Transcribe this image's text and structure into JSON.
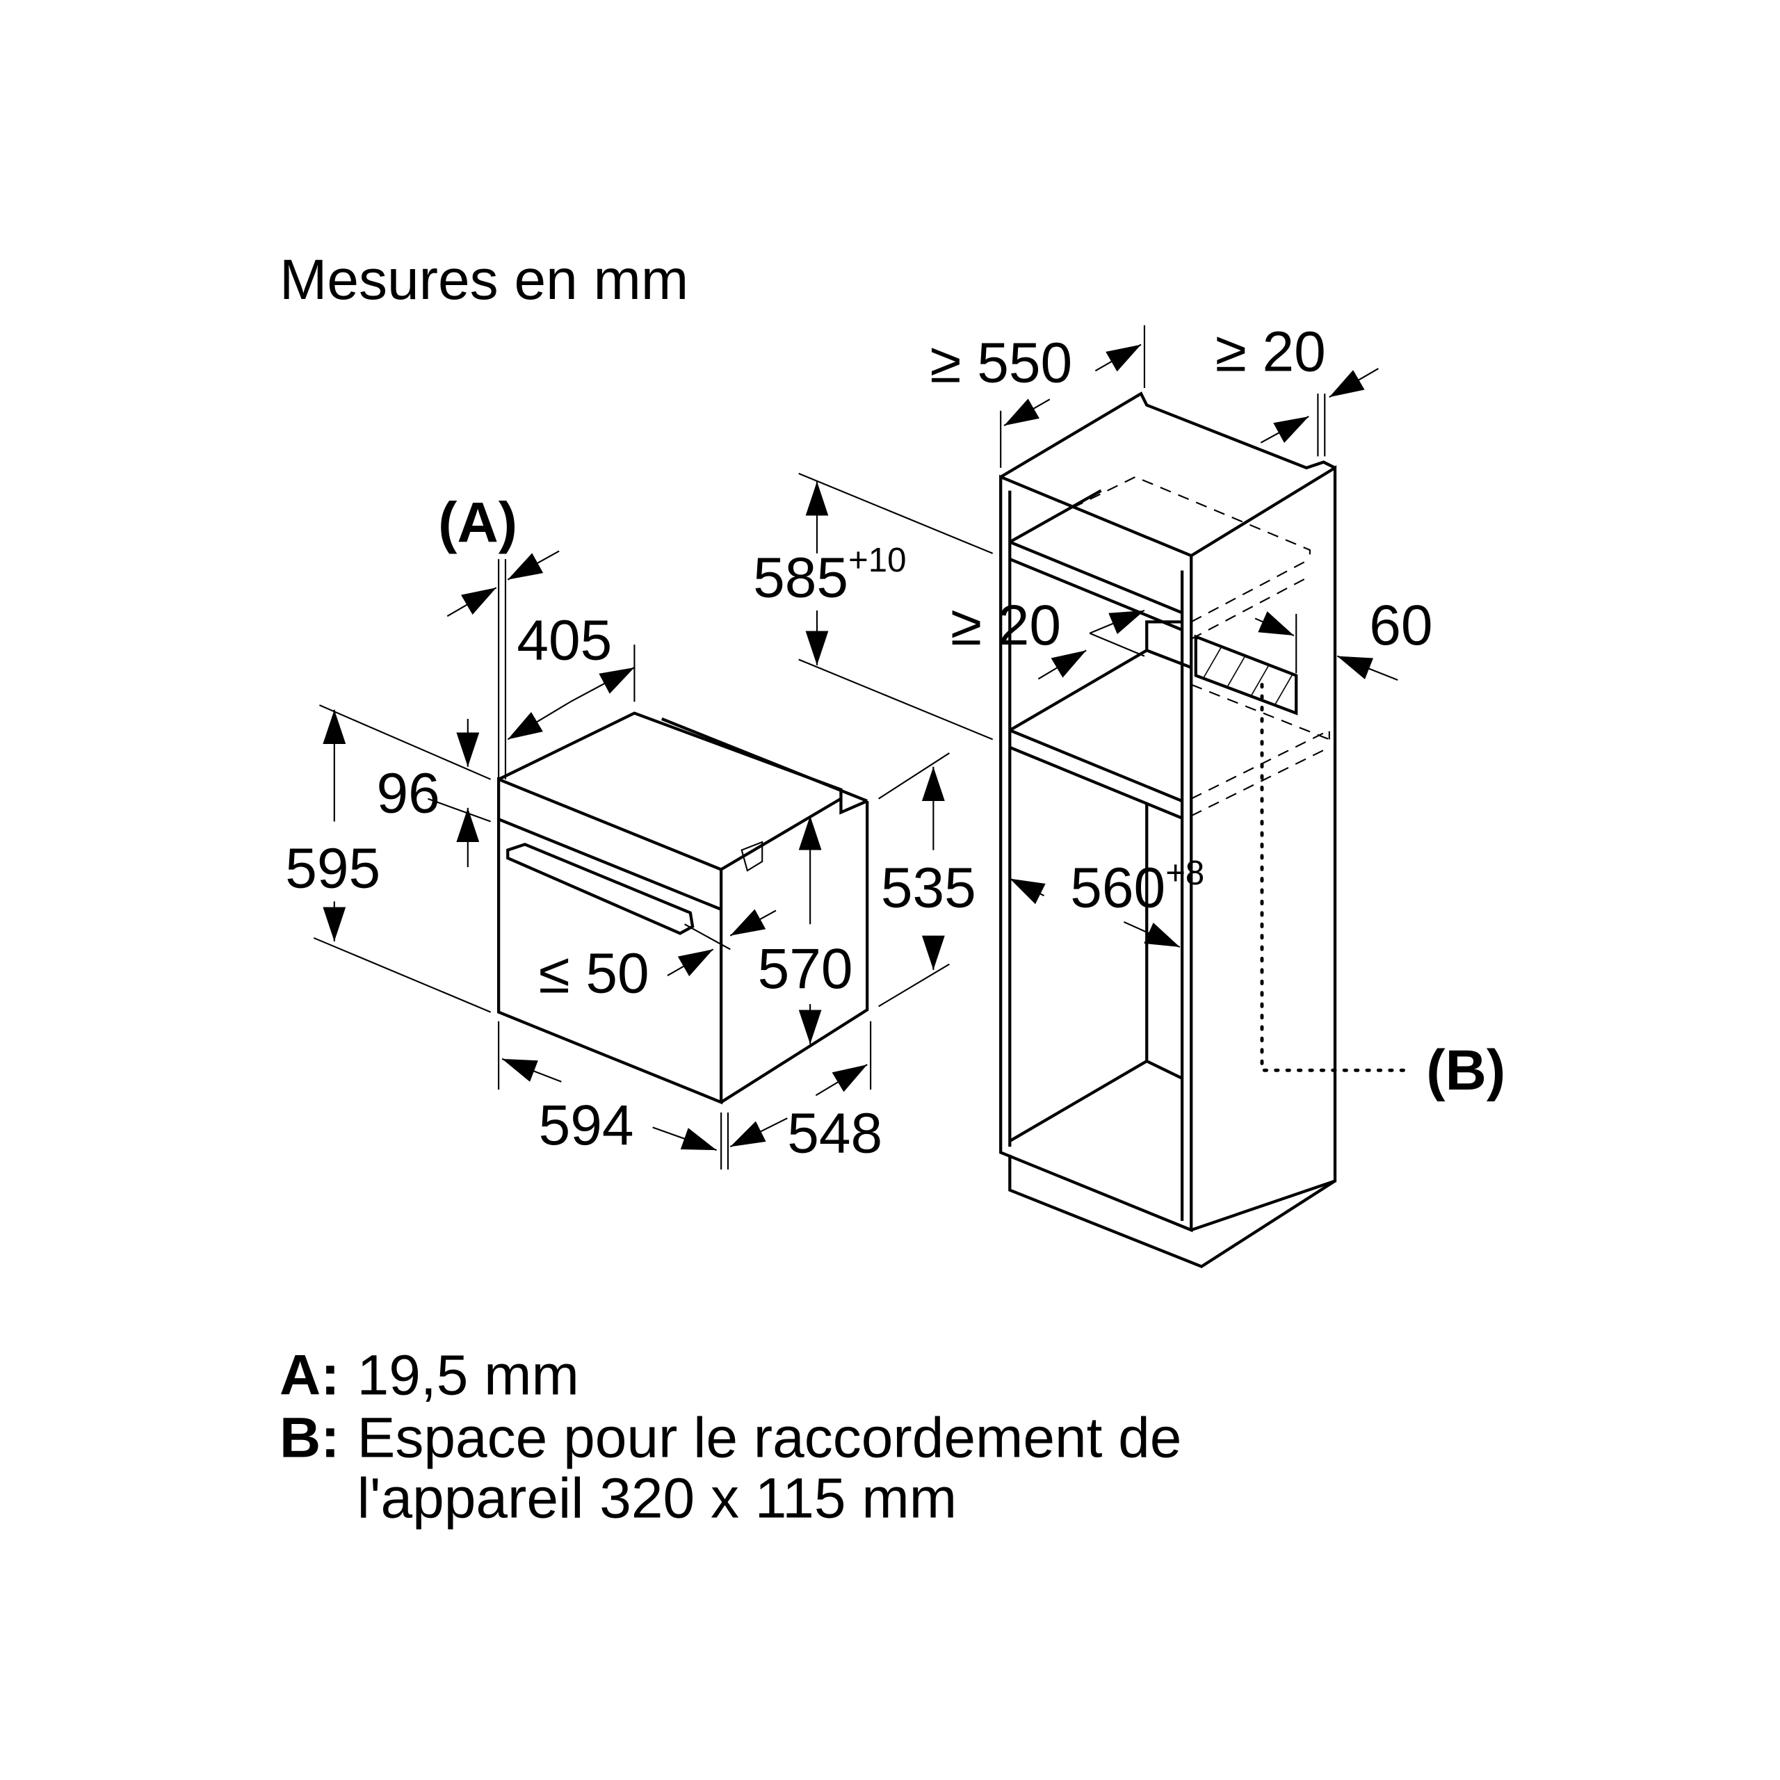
{
  "title": "Mesures en mm",
  "oven": {
    "label_a": "(A)",
    "depth_405": "405",
    "panel_96": "96",
    "height_595": "595",
    "door_50": "≤ 50",
    "height_570": "570",
    "height_535": "535",
    "width_594": "594",
    "depth_548": "548"
  },
  "cabinet": {
    "depth_550": "≥ 550",
    "gap_20_top": "≥ 20",
    "niche_585": "585",
    "niche_585_tol": "+10",
    "gap_20_mid": "≥ 20",
    "gap_60": "60",
    "width_560": "560",
    "width_560_tol": "+8",
    "label_b": "(B)"
  },
  "legend": [
    {
      "key": "A:",
      "text": "19,5 mm"
    },
    {
      "key": "B:",
      "text": "Espace pour le raccordement de",
      "text2": "l'appareil 320 x 115 mm"
    }
  ]
}
